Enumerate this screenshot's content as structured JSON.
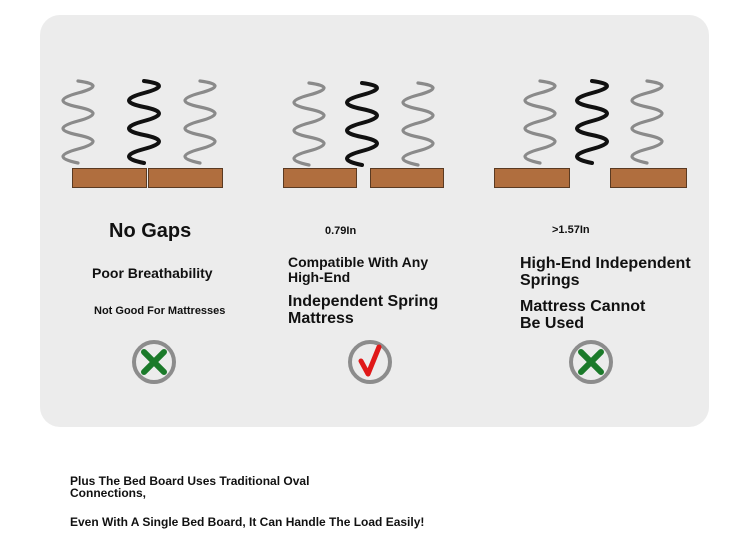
{
  "colors": {
    "panel_bg": "#ececec",
    "board": "#b06e3e",
    "spring_gray": "#8a8a8a",
    "spring_black": "#111111",
    "cross_green": "#1b7a2a",
    "check_red": "#e01818",
    "ring_gray": "#8c8c8c"
  },
  "columns": [
    {
      "gap_label": "No Gaps",
      "line1": "Poor Breathability",
      "line2": "Not Good For Mattresses",
      "result_icon": "cross-icon"
    },
    {
      "gap_label": "0.79In",
      "line1": "Compatible With Any High-End",
      "line2": "Independent Spring Mattress",
      "result_icon": "check-icon"
    },
    {
      "gap_label": ">1.57In",
      "line1": "High-End Independent Springs",
      "line2": "Mattress Cannot Be Used",
      "result_icon": "cross-icon"
    }
  ],
  "footer": {
    "line1": "Plus The Bed Board Uses Traditional Oval Connections,",
    "line2": "Even With A Single Bed Board, It Can Handle The Load Easily!"
  }
}
